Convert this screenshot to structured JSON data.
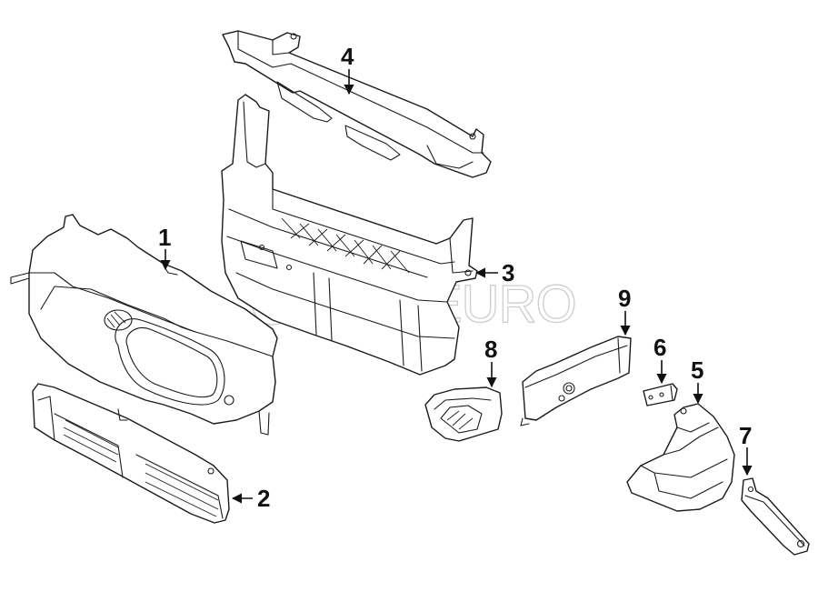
{
  "diagram": {
    "callouts": [
      {
        "id": "1",
        "label": "1"
      },
      {
        "id": "2",
        "label": "2"
      },
      {
        "id": "3",
        "label": "3"
      },
      {
        "id": "4",
        "label": "4"
      },
      {
        "id": "5",
        "label": "5"
      },
      {
        "id": "6",
        "label": "6"
      },
      {
        "id": "7",
        "label": "7"
      },
      {
        "id": "8",
        "label": "8"
      },
      {
        "id": "9",
        "label": "9"
      }
    ],
    "watermark": "FCPEURO",
    "colors": {
      "line": "#1a1a1a",
      "background": "#ffffff",
      "watermark": "#c8c8c8"
    }
  }
}
